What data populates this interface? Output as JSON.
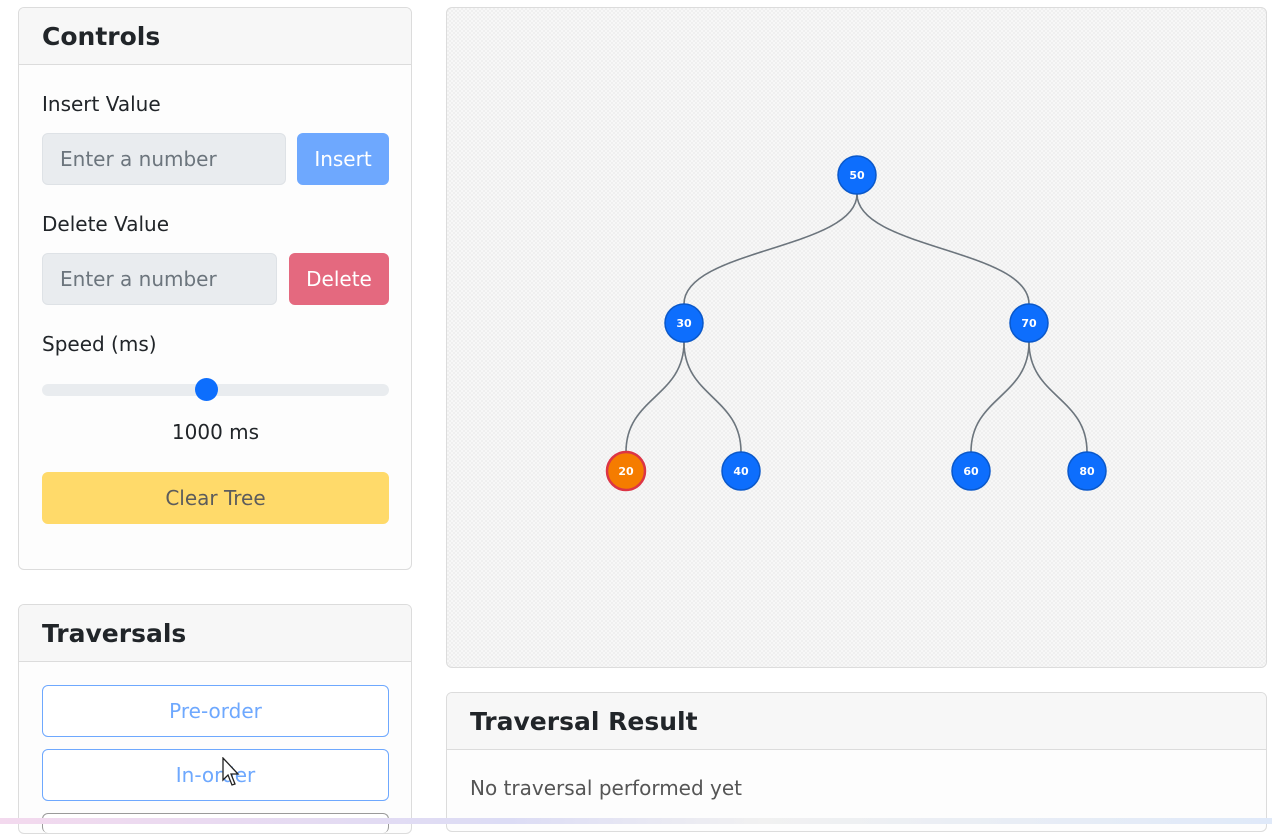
{
  "controls": {
    "title": "Controls",
    "insert_label": "Insert Value",
    "insert_placeholder": "Enter a number",
    "insert_button": "Insert",
    "delete_label": "Delete Value",
    "delete_placeholder": "Enter a number",
    "delete_button": "Delete",
    "speed_label": "Speed (ms)",
    "speed_value": 1000,
    "speed_display": "1000 ms",
    "speed_fraction": 0.47,
    "clear_button": "Clear Tree"
  },
  "traversals": {
    "title": "Traversals",
    "buttons": [
      "Pre-order",
      "In-order"
    ]
  },
  "tree": {
    "nodes": [
      {
        "value": "50",
        "color": "#0d6efd",
        "highlighted": false
      },
      {
        "value": "30",
        "color": "#0d6efd",
        "highlighted": false
      },
      {
        "value": "70",
        "color": "#0d6efd",
        "highlighted": false
      },
      {
        "value": "20",
        "color": "#f57c00",
        "highlighted": true
      },
      {
        "value": "40",
        "color": "#0d6efd",
        "highlighted": false
      },
      {
        "value": "60",
        "color": "#0d6efd",
        "highlighted": false
      },
      {
        "value": "80",
        "color": "#0d6efd",
        "highlighted": false
      }
    ],
    "edges": [
      [
        "50",
        "30"
      ],
      [
        "50",
        "70"
      ],
      [
        "30",
        "20"
      ],
      [
        "30",
        "40"
      ],
      [
        "70",
        "60"
      ],
      [
        "70",
        "80"
      ]
    ]
  },
  "result": {
    "title": "Traversal Result",
    "text": "No traversal performed yet"
  },
  "colors": {
    "primary": "#0d6efd",
    "primary_light": "#6ea8fe",
    "danger_light": "#e4697f",
    "warning_light": "#ffda6a",
    "highlight": "#f57c00",
    "highlight_border": "#dc3545",
    "edge": "#6c757d"
  }
}
